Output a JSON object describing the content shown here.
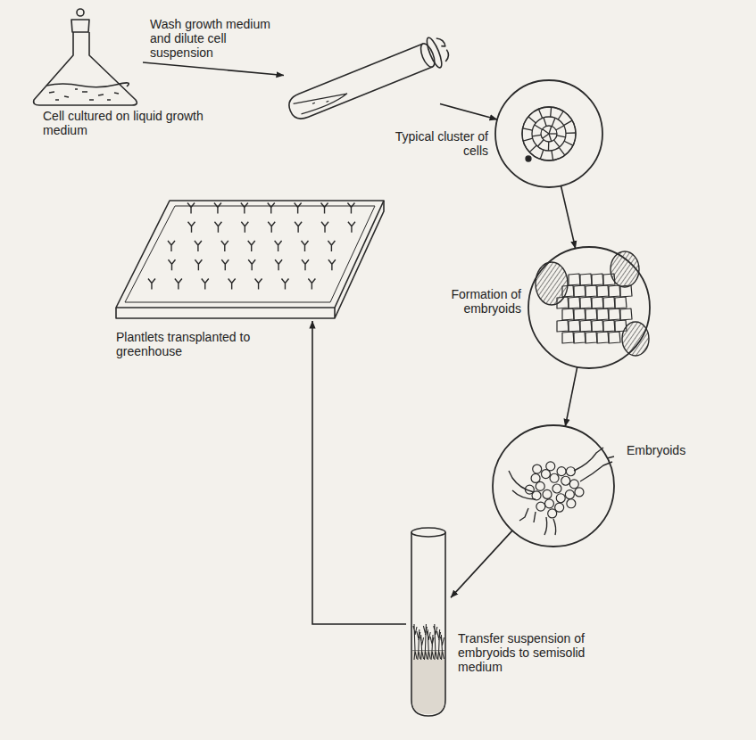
{
  "diagram": {
    "nodes": [
      {
        "text": [
          "Cell cultured on liquid growth medium"
        ]
      },
      {
        "text": []
      },
      {
        "text": [
          "Typical cluster of cells"
        ]
      },
      {
        "text": [
          "Formation of embryoids"
        ]
      },
      {
        "text": [
          "Embryoids"
        ]
      },
      {
        "text": [
          "Transfer suspension of embryoids to semisolid medium"
        ]
      },
      {
        "text": [
          "Plantlets transplanted to greenhouse"
        ]
      }
    ],
    "edges": [
      {
        "from": 0,
        "to": 1,
        "arrow": "to",
        "label": "Wash growth medium and dilute cell suspension"
      },
      {
        "from": 1,
        "to": 2,
        "arrow": "to"
      },
      {
        "from": 2,
        "to": 3,
        "arrow": "to"
      },
      {
        "from": 3,
        "to": 4,
        "arrow": "to"
      },
      {
        "from": 4,
        "to": 5,
        "arrow": "to"
      },
      {
        "from": 5,
        "to": 6,
        "arrow": "to"
      }
    ]
  }
}
